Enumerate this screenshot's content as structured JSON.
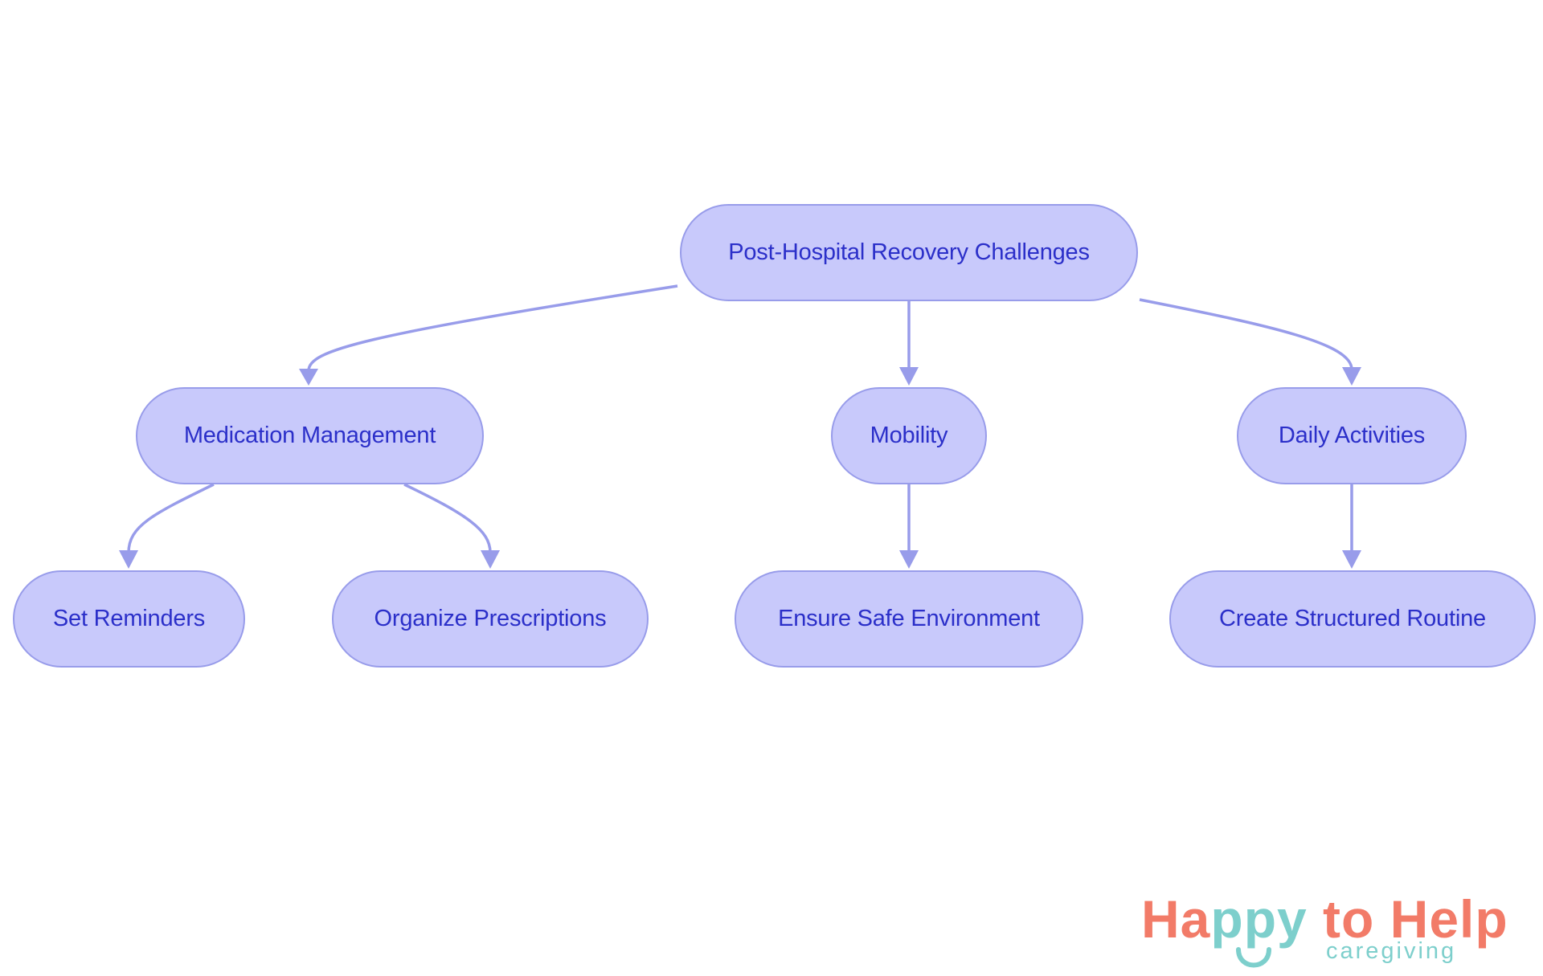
{
  "diagram": {
    "nodes": {
      "root": "Post-Hospital Recovery Challenges",
      "medication": "Medication Management",
      "mobility": "Mobility",
      "daily": "Daily Activities",
      "reminders": "Set Reminders",
      "prescriptions": "Organize Prescriptions",
      "safe_env": "Ensure Safe Environment",
      "routine": "Create Structured Routine"
    },
    "edges": [
      {
        "from": "root",
        "to": "medication"
      },
      {
        "from": "root",
        "to": "mobility"
      },
      {
        "from": "root",
        "to": "daily"
      },
      {
        "from": "medication",
        "to": "reminders"
      },
      {
        "from": "medication",
        "to": "prescriptions"
      },
      {
        "from": "mobility",
        "to": "safe_env"
      },
      {
        "from": "daily",
        "to": "routine"
      }
    ],
    "colors": {
      "node_fill": "#c8c9fb",
      "node_border": "#989cea",
      "node_text": "#2b2fc9",
      "edge": "#989cea"
    }
  },
  "logo": {
    "word1_a": "Ha",
    "word1_b": "ppy",
    "word2": " to Help",
    "tagline": "caregiving",
    "colors": {
      "coral": "#f27b68",
      "teal": "#7dcfcc"
    }
  }
}
